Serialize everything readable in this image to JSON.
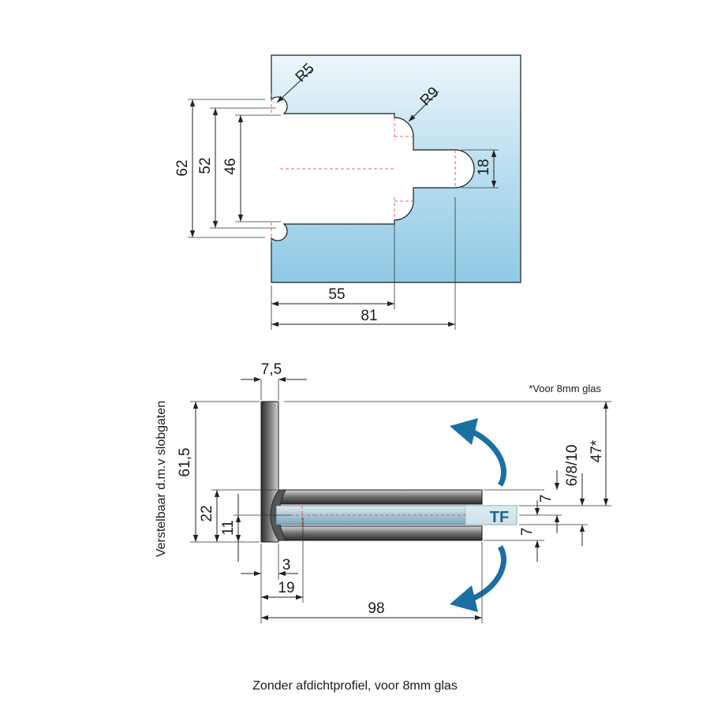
{
  "top_view": {
    "labels": {
      "r5": "R5",
      "r9": "R9",
      "d62": "62",
      "d52": "52",
      "d46": "46",
      "d18": "18",
      "d55": "55",
      "d81": "81"
    }
  },
  "side_view": {
    "labels": {
      "d7_5": "7,5",
      "d61_5": "61,5",
      "d22": "22",
      "d11": "11",
      "d3": "3",
      "d19": "19",
      "d98": "98",
      "d7_top": "7",
      "d7_bottom": "7",
      "d6_8_10": "6/8/10",
      "d47": "47*",
      "tf": "TF",
      "note": "*Voor 8mm glas",
      "side_note": "Verstelbaar d.m.v slobgaten"
    }
  },
  "caption": "Zonder afdichtprofiel, voor 8mm glas",
  "colors": {
    "glass_top": "#eef7fc",
    "glass_bottom": "#8fc9e4",
    "metal_dark": "#3a3a3a",
    "metal_light": "#c9c9c9",
    "arrow_blue": "#1b6fa3",
    "center_line": "#e03a3a"
  }
}
